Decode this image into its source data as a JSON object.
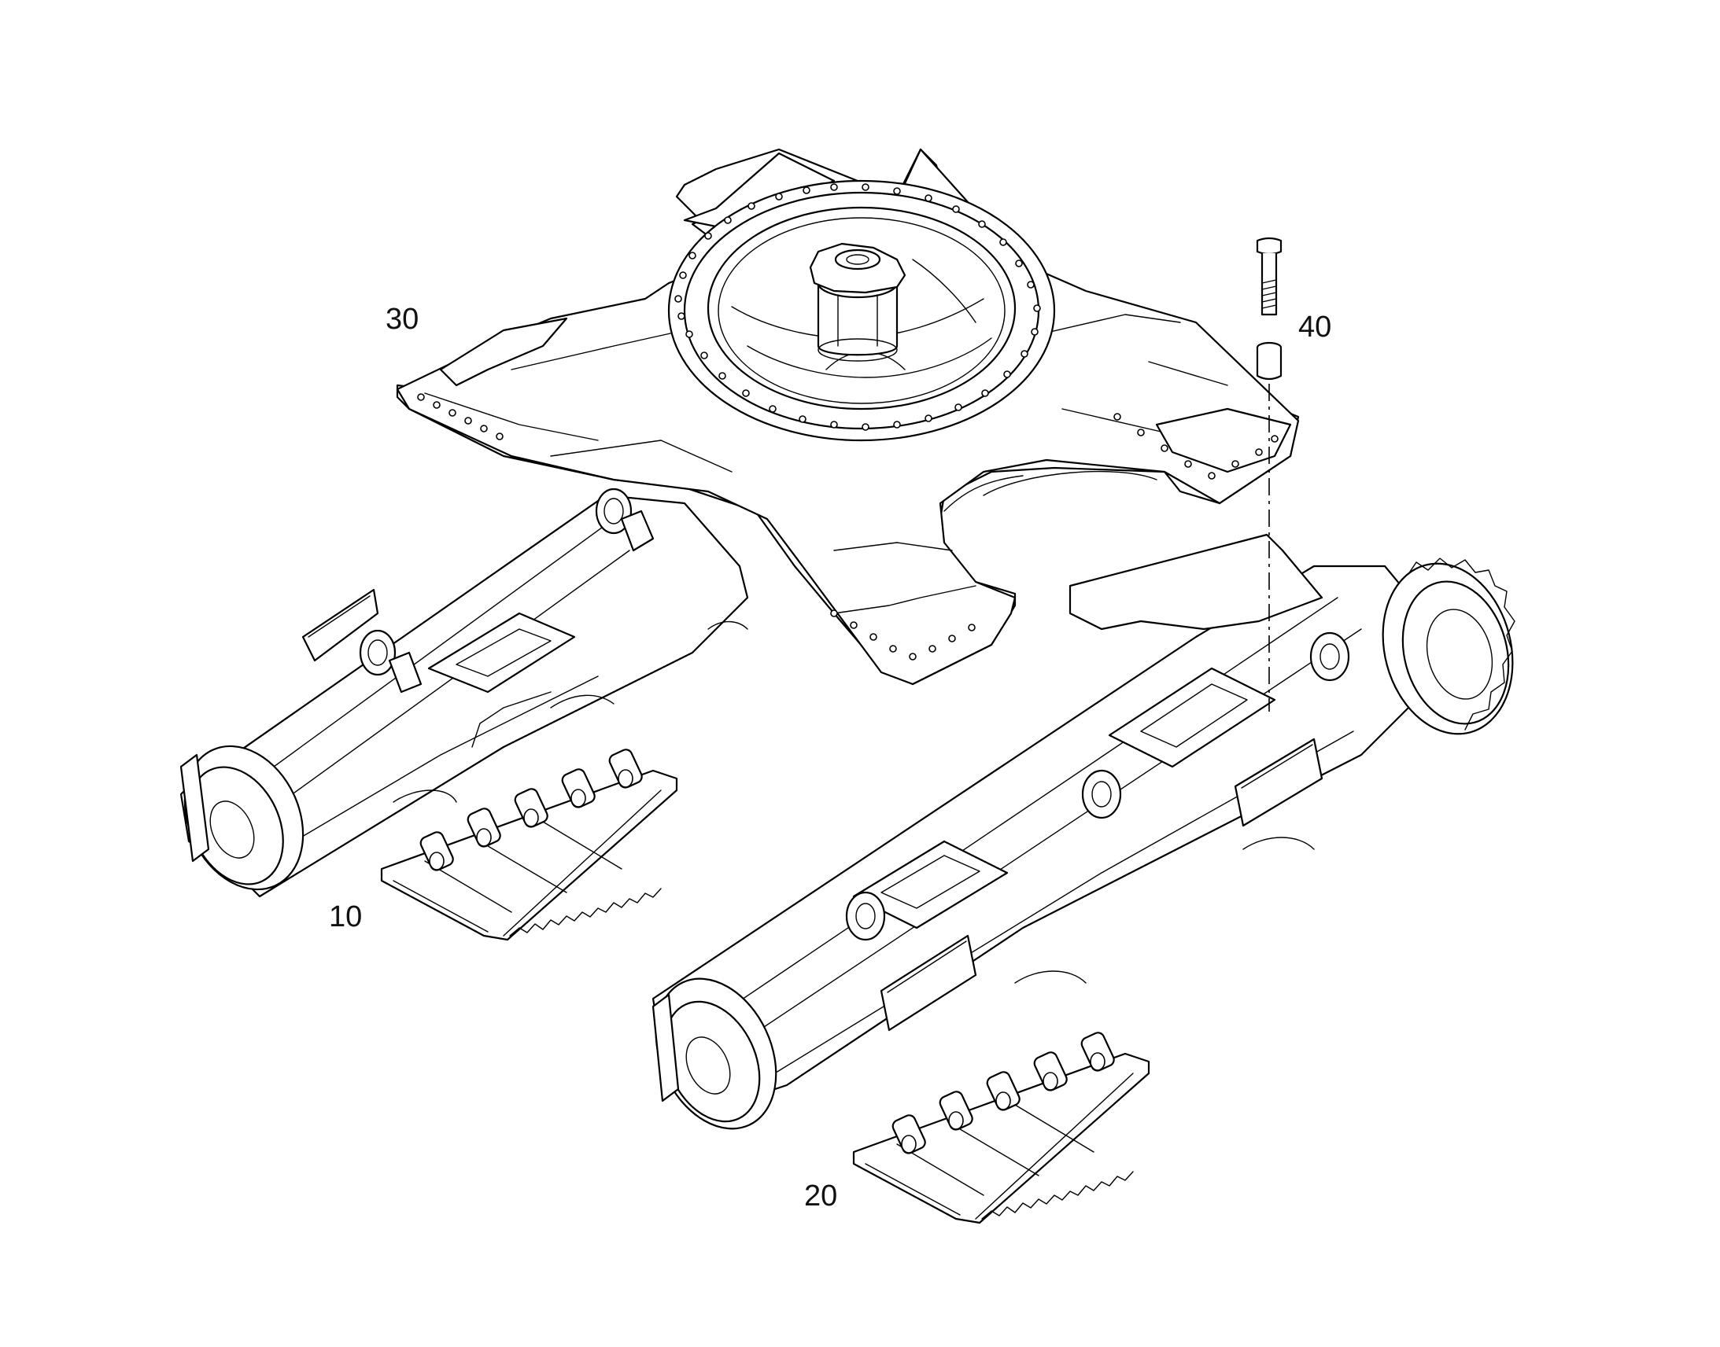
{
  "diagram": {
    "callouts": [
      {
        "id": "10",
        "label": "10"
      },
      {
        "id": "20",
        "label": "20"
      },
      {
        "id": "30",
        "label": "30"
      },
      {
        "id": "40",
        "label": "40"
      }
    ],
    "line_color": "#000000",
    "background": "#ffffff"
  }
}
